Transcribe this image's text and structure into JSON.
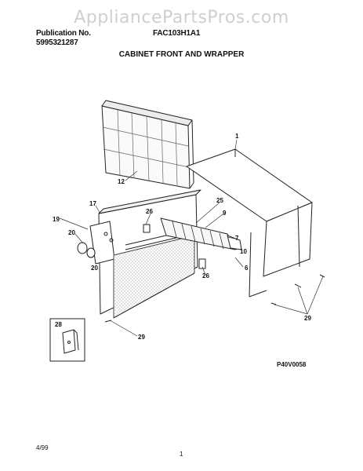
{
  "watermark": "AppliancePartsPros.com",
  "header": {
    "publication_label": "Publication No.",
    "publication_number": "5995321287",
    "model": "FAC103H1A1"
  },
  "title": "CABINET FRONT AND WRAPPER",
  "diagram_code": "P40V0058",
  "footer": {
    "date": "4/99",
    "page": "1"
  },
  "callouts": {
    "c1": "1",
    "c12": "12",
    "c17": "17",
    "c19": "19",
    "c20a": "20",
    "c20b": "20",
    "c25": "25",
    "c26a": "26",
    "c26b": "26",
    "c9": "9",
    "c7": "7",
    "c10": "10",
    "c6": "6",
    "c28": "28",
    "c29a": "29",
    "c29b": "29"
  }
}
